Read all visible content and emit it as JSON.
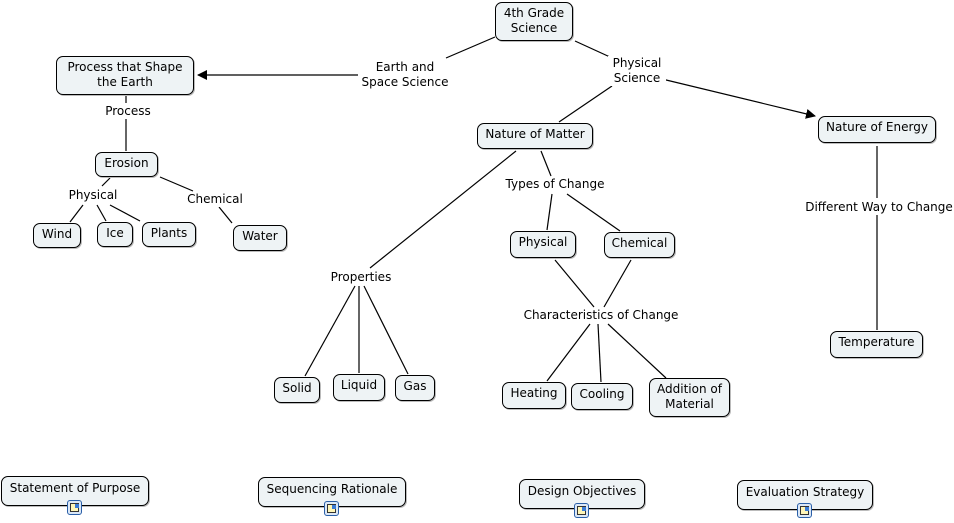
{
  "concepts": {
    "root": "4th Grade\nScience",
    "process_shape_earth": "Process that Shape\nthe Earth",
    "erosion": "Erosion",
    "wind": "Wind",
    "ice": "Ice",
    "plants": "Plants",
    "water": "Water",
    "nature_of_matter": "Nature of Matter",
    "physical": "Physical",
    "chemical": "Chemical",
    "solid": "Solid",
    "liquid": "Liquid",
    "gas": "Gas",
    "heating": "Heating",
    "cooling": "Cooling",
    "addition_of_material": "Addition of\nMaterial",
    "nature_of_energy": "Nature of Energy",
    "temperature": "Temperature"
  },
  "linking_phrases": {
    "earth_space_science": "Earth and\nSpace Science",
    "physical_science": "Physical\nScience",
    "process": "Process",
    "erosion_physical": "Physical",
    "erosion_chemical": "Chemical",
    "types_of_change": "Types of Change",
    "properties": "Properties",
    "characteristics_of_change": "Characteristics of Change",
    "different_way_to_change": "Different Way to Change"
  },
  "resource_nodes": [
    {
      "label": "Statement of Purpose",
      "icon": "document-icon"
    },
    {
      "label": "Sequencing Rationale",
      "icon": "document-icon"
    },
    {
      "label": "Design Objectives",
      "icon": "document-icon"
    },
    {
      "label": "Evaluation Strategy",
      "icon": "document-icon"
    }
  ],
  "colors": {
    "node_fill": "#eef3f5",
    "node_border": "#000000",
    "line": "#000000"
  }
}
